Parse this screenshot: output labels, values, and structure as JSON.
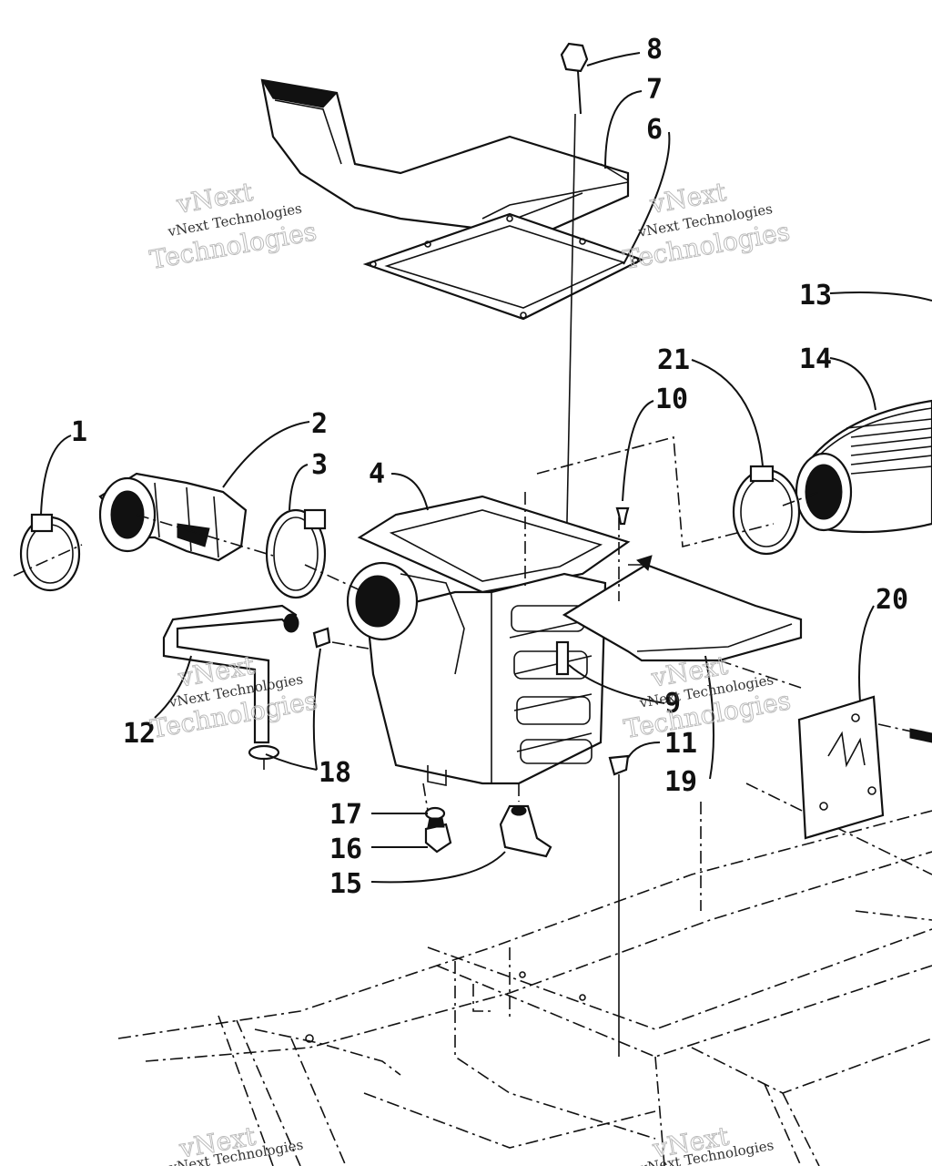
{
  "callouts": [
    "1",
    "2",
    "3",
    "4",
    "6",
    "7",
    "8",
    "9",
    "10",
    "11",
    "12",
    "13",
    "14",
    "15",
    "16",
    "17",
    "18",
    "19",
    "20",
    "21"
  ],
  "watermark": {
    "company": "vNext Technologies",
    "word1": "vNext",
    "word2": "Technologies"
  }
}
